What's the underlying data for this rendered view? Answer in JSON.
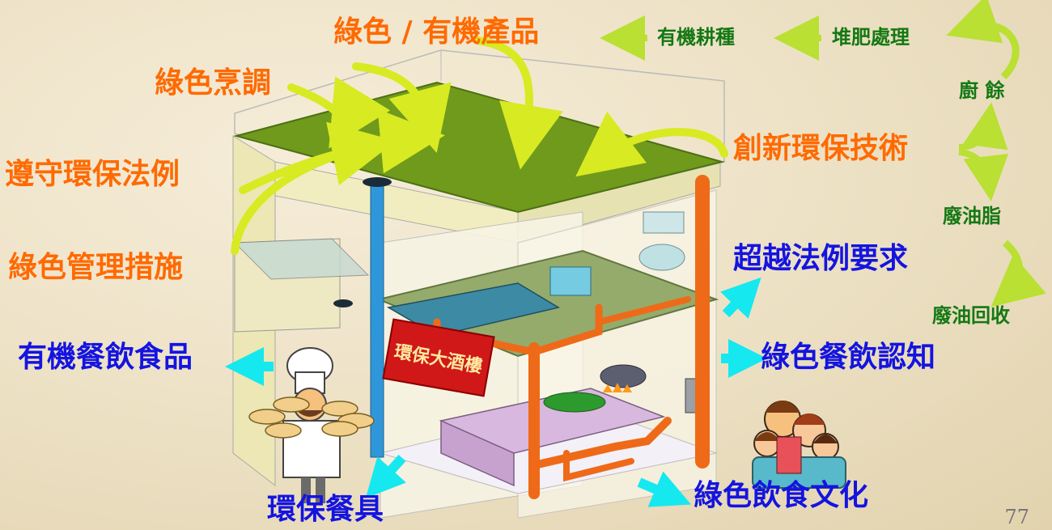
{
  "labels": {
    "green_organic_products": "綠色 / 有機產品",
    "green_cooking": "綠色烹調",
    "comply_env_law": "遵守環保法例",
    "green_management": "綠色管理措施",
    "organic_food_products": "有機餐飲食品",
    "eco_tableware": "環保餐具",
    "innovative_env_tech": "創新環保技術",
    "exceed_legal_requirements": "超越法例要求",
    "green_dining_awareness": "綠色餐飲認知",
    "green_food_culture": "綠色飲食文化"
  },
  "cycle": {
    "organic_farming": "有機耕種",
    "composting": "堆肥處理",
    "food_waste": "廚 餘",
    "waste_oil": "廢油脂",
    "waste_oil_recycling": "廢油回收"
  },
  "sign_text": "環保大酒樓",
  "page_number": "77",
  "colors": {
    "orange": "#ff6a00",
    "blue": "#1414e0",
    "green_text": "#147814",
    "arrow_yellow": "#d8ea22",
    "arrow_cyan": "#16e8ef",
    "roof": "#6f9a1c",
    "pipe_orange": "#ee6a18",
    "pipe_blue": "#2f97d9"
  }
}
